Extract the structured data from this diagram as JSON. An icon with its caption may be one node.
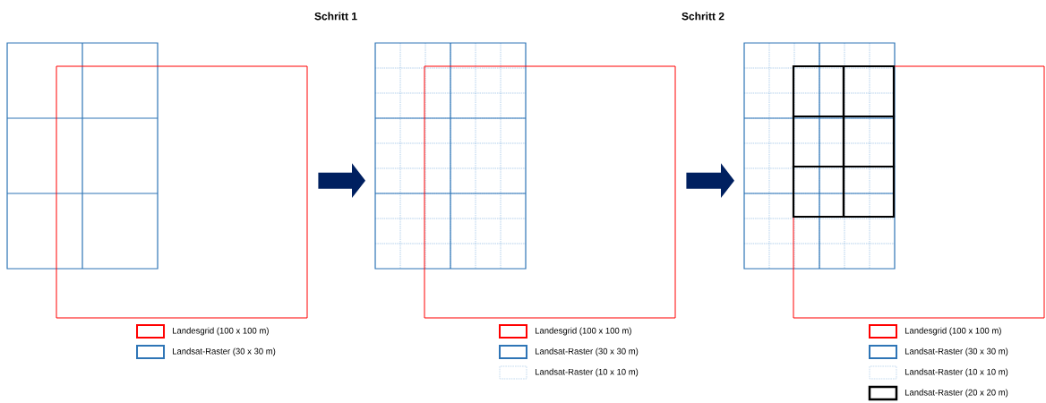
{
  "diagram": {
    "nodes": [
      {
        "text": [],
        "shape": "grid"
      },
      {
        "text": [],
        "shape": "grid"
      },
      {
        "text": [],
        "shape": "grid"
      }
    ],
    "edges": [
      {
        "from": 0,
        "to": 1,
        "arrow": "to"
      },
      {
        "from": 1,
        "to": 2,
        "arrow": "to"
      }
    ],
    "labels": [
      "Schritt 1",
      "Schritt 2"
    ],
    "legend": [
      {
        "text": "Landesgrid (100 x 100 m)"
      },
      {
        "text": "Landsat-Raster (30 x 30 m)"
      },
      {
        "text": "Landesgrid (100 x 100 m)"
      },
      {
        "text": "Landsat-Raster (30 x 30 m)"
      },
      {
        "text": "Landsat-Raster (10 x 10 m)"
      },
      {
        "text": "Landesgrid (100 x 100 m)"
      },
      {
        "text": "Landsat-Raster (30 x 30 m)"
      },
      {
        "text": "Landsat-Raster (10 x 10 m)"
      },
      {
        "text": "Landsat-Raster (20 x 20 m)"
      }
    ]
  }
}
